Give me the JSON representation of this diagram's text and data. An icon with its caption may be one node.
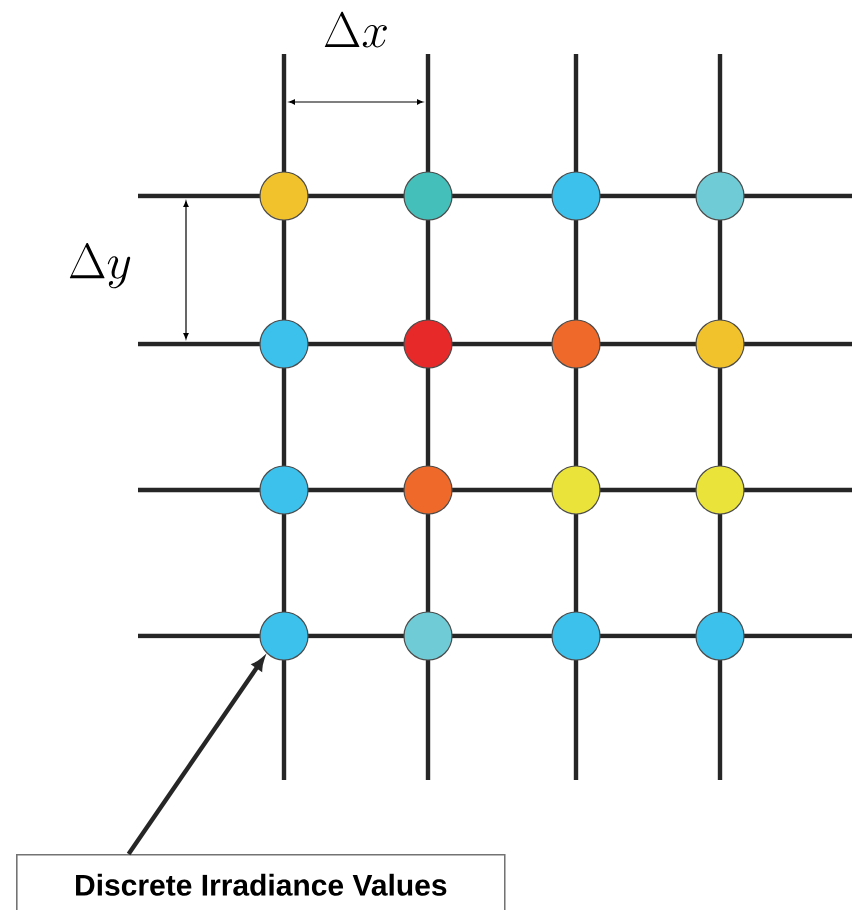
{
  "diagram": {
    "nodes": [
      {
        "text": [],
        "shape": "circle"
      },
      {
        "text": [],
        "shape": "circle"
      },
      {
        "text": [],
        "shape": "circle"
      },
      {
        "text": [],
        "shape": "circle"
      },
      {
        "text": [],
        "shape": "circle"
      },
      {
        "text": [],
        "shape": "circle"
      },
      {
        "text": [],
        "shape": "circle"
      },
      {
        "text": [],
        "shape": "circle"
      },
      {
        "text": [],
        "shape": "circle"
      },
      {
        "text": [],
        "shape": "circle"
      },
      {
        "text": [],
        "shape": "circle"
      },
      {
        "text": [],
        "shape": "circle"
      },
      {
        "text": [],
        "shape": "circle"
      },
      {
        "text": [],
        "shape": "circle"
      },
      {
        "text": [],
        "shape": "circle"
      },
      {
        "text": [],
        "shape": "circle"
      },
      {
        "text": [
          "Discrete Irradiance Values"
        ]
      }
    ],
    "edges": [
      {
        "from": 16,
        "to": 12,
        "arrow": "to"
      }
    ],
    "labels": [
      "\\Delta x",
      "\\Delta y"
    ]
  }
}
